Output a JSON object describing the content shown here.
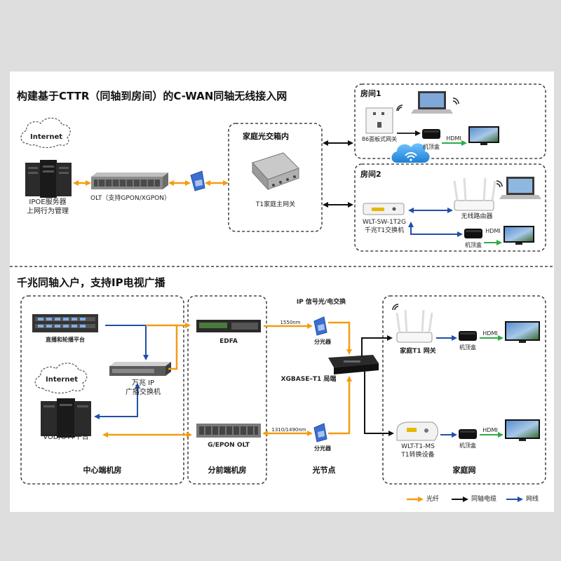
{
  "top": {
    "title": "构建基于CTTR（同轴到房间）的C-WAN同轴无线接入网",
    "internet": "Internet",
    "ipoe": "IPOE服务器",
    "behavior": "上网行为管理",
    "olt": "OLT（支持GPON/XGPON）",
    "optical_box": "家庭光交箱内",
    "t1_gateway": "T1家庭主网关",
    "room1": "房间1",
    "panel_gateway": "86面板式网关",
    "stb": "机顶盒",
    "hdmi": "HDMI",
    "room2": "房间2",
    "wlt_sw": "WLT-SW-1T2G",
    "t1_switch": "千兆T1交换机",
    "wireless_router": "无线路由器"
  },
  "bottom": {
    "title": "千兆同轴入户，支持IP电视广播",
    "live": "直播和轮播平台",
    "internet": "Internet",
    "vod": "VOD/OTT平台",
    "wanzhao_1": "万兆 IP",
    "wanzhao_2": "广播交换机",
    "edfa": "EDFA",
    "gepon": "G/EPON OLT",
    "ip_signal": "IP 信号光/电交换",
    "wave1": "1550nm",
    "wave2": "1310/1490nm",
    "splitter": "分光器",
    "xgbase": "XGBASE–T1 局端",
    "home_t1": "家庭T1 网关",
    "stb": "机顶盒",
    "hdmi": "HDMI",
    "wlt_ms": "WLT-T1-MS",
    "t1_conv": "T1转换设备",
    "sec_center": "中心端机房",
    "sec_branch": "分前端机房",
    "sec_node": "光节点",
    "sec_home": "家庭网"
  },
  "legend": {
    "fiber": "光纤",
    "coax": "同轴电缆",
    "net": "网线"
  },
  "colors": {
    "fiber": "#f39c12",
    "coax": "#111111",
    "net": "#1f4fa8",
    "hdmi_arrow": "#2eaa4a"
  }
}
